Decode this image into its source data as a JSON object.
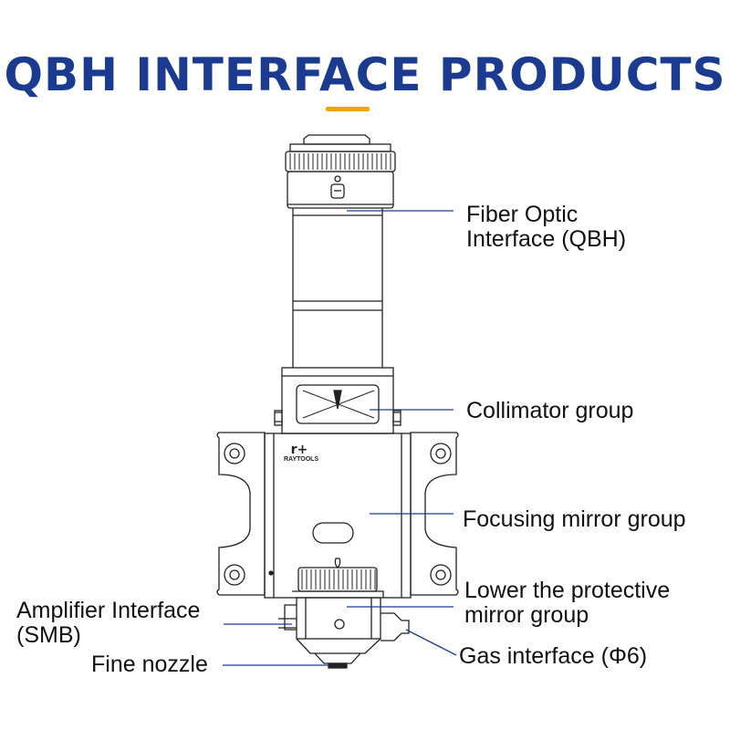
{
  "title": "QBH INTERFACE PRODUCTS",
  "brand_mark": "RAYTOOLS",
  "colors": {
    "title": "#1a3b8f",
    "accent_bar": "#f2a300",
    "leader_lines": "#1a3b8f",
    "drawing": "#222222"
  },
  "labels": {
    "fiber_optic_line1": "Fiber Optic",
    "fiber_optic_line2": "Interface (QBH)",
    "collimator": "Collimator group",
    "focusing": "Focusing mirror group",
    "lower_line1": "Lower the protective",
    "lower_line2": "mirror group",
    "amplifier_line1": "Amplifier Interface",
    "amplifier_line2": "(SMB)",
    "gas": "Gas interface (Φ6)",
    "nozzle": "Fine nozzle"
  }
}
